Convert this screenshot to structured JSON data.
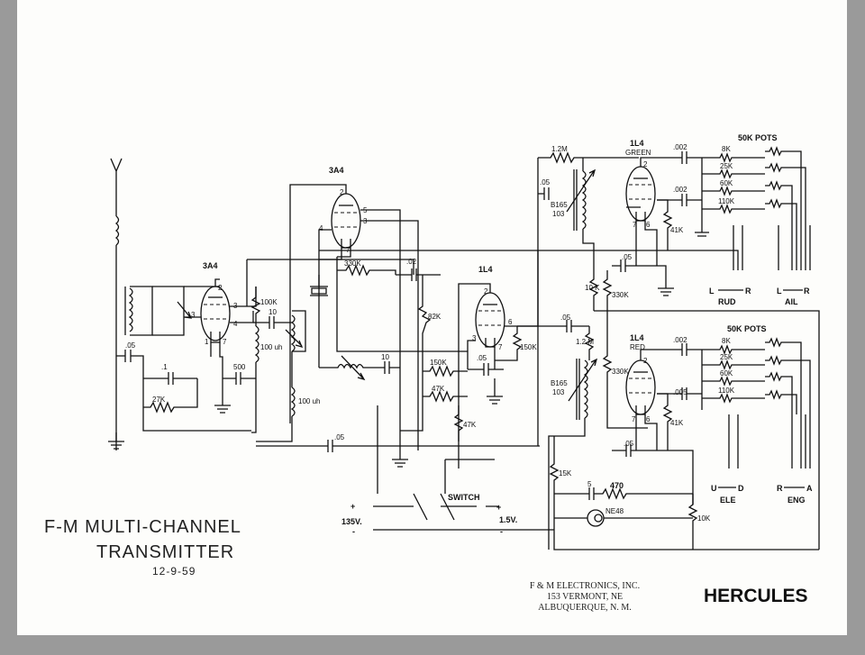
{
  "title": {
    "line1": "F-M MULTI-CHANNEL",
    "line2": "TRANSMITTER",
    "date": "12-9-59"
  },
  "company": {
    "name": "F & M ELECTRONICS, INC.",
    "address": "153 VERMONT, NE",
    "city": "ALBUQUERQUE, N. M."
  },
  "model": "HERCULES",
  "tubes": {
    "t1": "3A4",
    "t2": "3A4",
    "t3": "1L4",
    "t4": "1L4",
    "t4_color": "GREEN",
    "t5": "1L4",
    "t5_color": "RED"
  },
  "pots": {
    "upper": "50K POTS",
    "lower": "50K POTS"
  },
  "components": {
    "c_05_a": ".05",
    "c_1": ".1",
    "r_27k": "27K",
    "r_100k": "100K",
    "c_10_a": "10",
    "l_100uh_a": "100 uh",
    "l_100uh_b": "100 uh",
    "c_500": "500",
    "r_330k_a": "330K",
    "c_02": ".02",
    "r_82k": "82K",
    "c_10_b": "10",
    "r_150k_a": "150K",
    "r_47k_a": "47K",
    "r_47k_b": "47K",
    "c_05_b": ".05",
    "r_150k_b": "150K",
    "c_05_c": ".05",
    "r_1_2m_a": "1.2M",
    "c_05_d": ".05",
    "xfmr_a": "B165",
    "xfmr_a2": "103",
    "c_002_a": ".002",
    "c_002_b": ".002",
    "r_8k_a": "8K",
    "r_25k_a": "25K",
    "r_60k_a": "60K",
    "r_110k_a": "110K",
    "r_41k_a": "41K",
    "c_05_e": ".05",
    "r_10k_a": "10 K",
    "r_330k_b": "330K",
    "c_05_f": ".05",
    "r_1_2m_b": "1.2 M",
    "xfmr_b": "B165",
    "xfmr_b2": "103",
    "r_330k_c": "330K",
    "c_002_c": ".002",
    "c_005": ".005",
    "r_8k_b": "8K",
    "r_25k_b": "25K",
    "r_60k_b": "60K",
    "r_110k_b": "110K",
    "r_41k_b": "41K",
    "c_05_g": ".05",
    "r_15k": "15K",
    "c_5": "5",
    "r_470": "470",
    "ne48": "NE48",
    "r_10k_b": "10K",
    "c_05_h": ".05"
  },
  "pins": {
    "p2": "2",
    "p3": "3",
    "p4": "4",
    "p5": "5",
    "p1": "1",
    "p7": "7",
    "p6": "6"
  },
  "controls": {
    "rud": "RUD",
    "ail": "AIL",
    "ele": "ELE",
    "eng": "ENG",
    "l": "L",
    "r": "R",
    "u": "U",
    "d": "D",
    "a": "A"
  },
  "power": {
    "switch": "SWITCH",
    "v135": "135V.",
    "v15": "1.5V.",
    "plus": "+",
    "minus": "-"
  }
}
